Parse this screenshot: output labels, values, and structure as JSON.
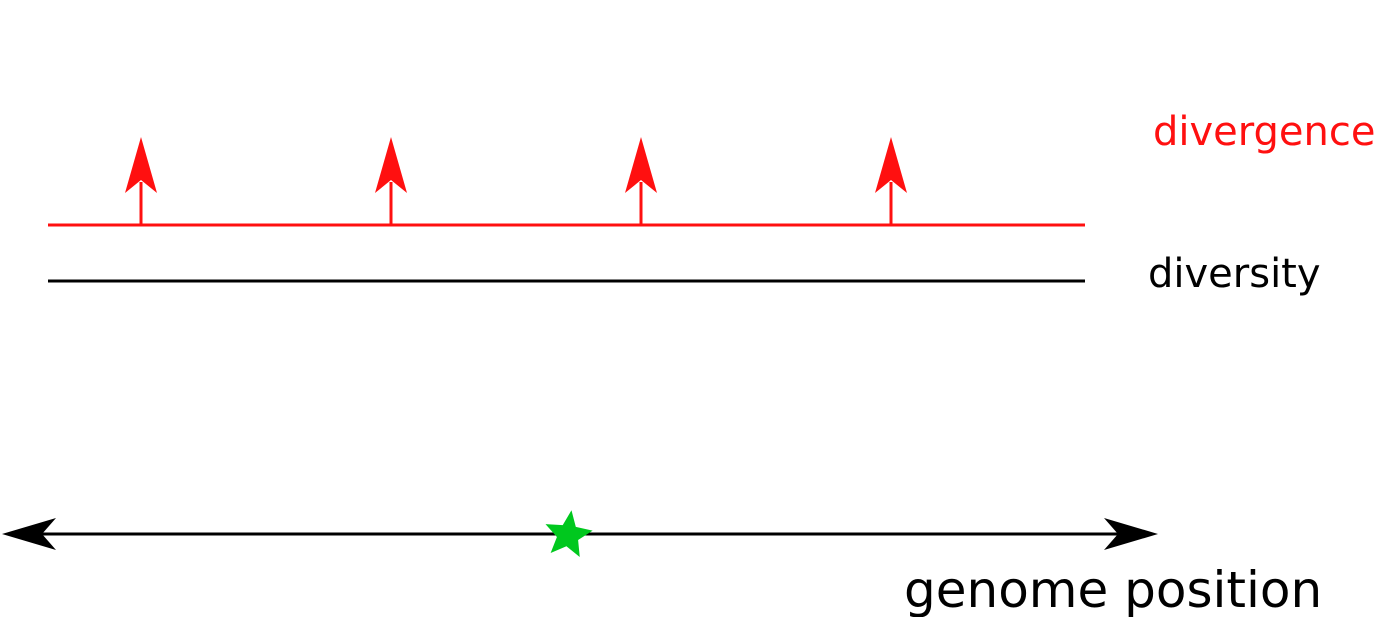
{
  "labels": {
    "divergence": "divergence",
    "diversity": "diversity",
    "genome_position": "genome position"
  },
  "colors": {
    "divergence": "#ff1010",
    "diversity": "#000000",
    "axis": "#000000",
    "star": "#00c81e",
    "background": "#ffffff"
  },
  "icons": {
    "star": "star-icon",
    "arrow": "arrow-up-icon"
  },
  "divergence_arrow_count": 4
}
